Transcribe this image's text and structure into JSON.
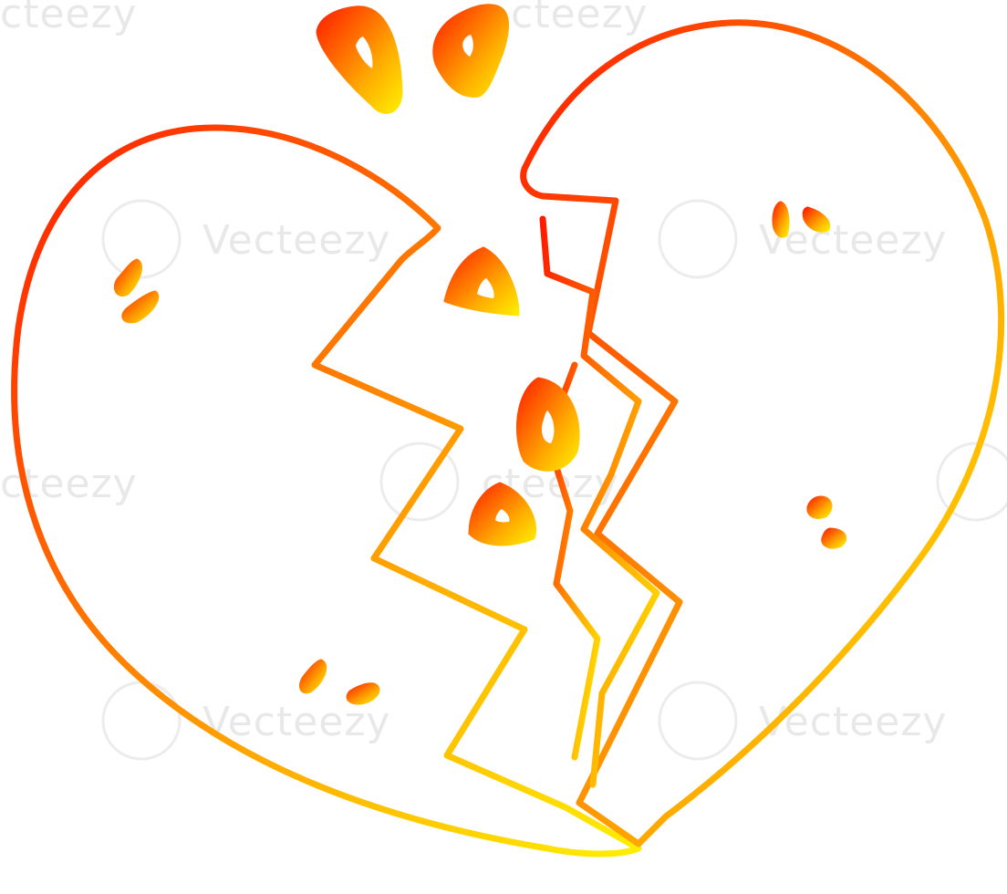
{
  "image": {
    "subject": "broken heart line drawing",
    "stroke_gradient": [
      "#ff1a00",
      "#ff6a00",
      "#ffae00",
      "#ffee00"
    ],
    "background": "#ffffff"
  },
  "watermark": {
    "text": "Vecteezy",
    "partial_text": "cteezy",
    "color": "#e8e8e8"
  }
}
